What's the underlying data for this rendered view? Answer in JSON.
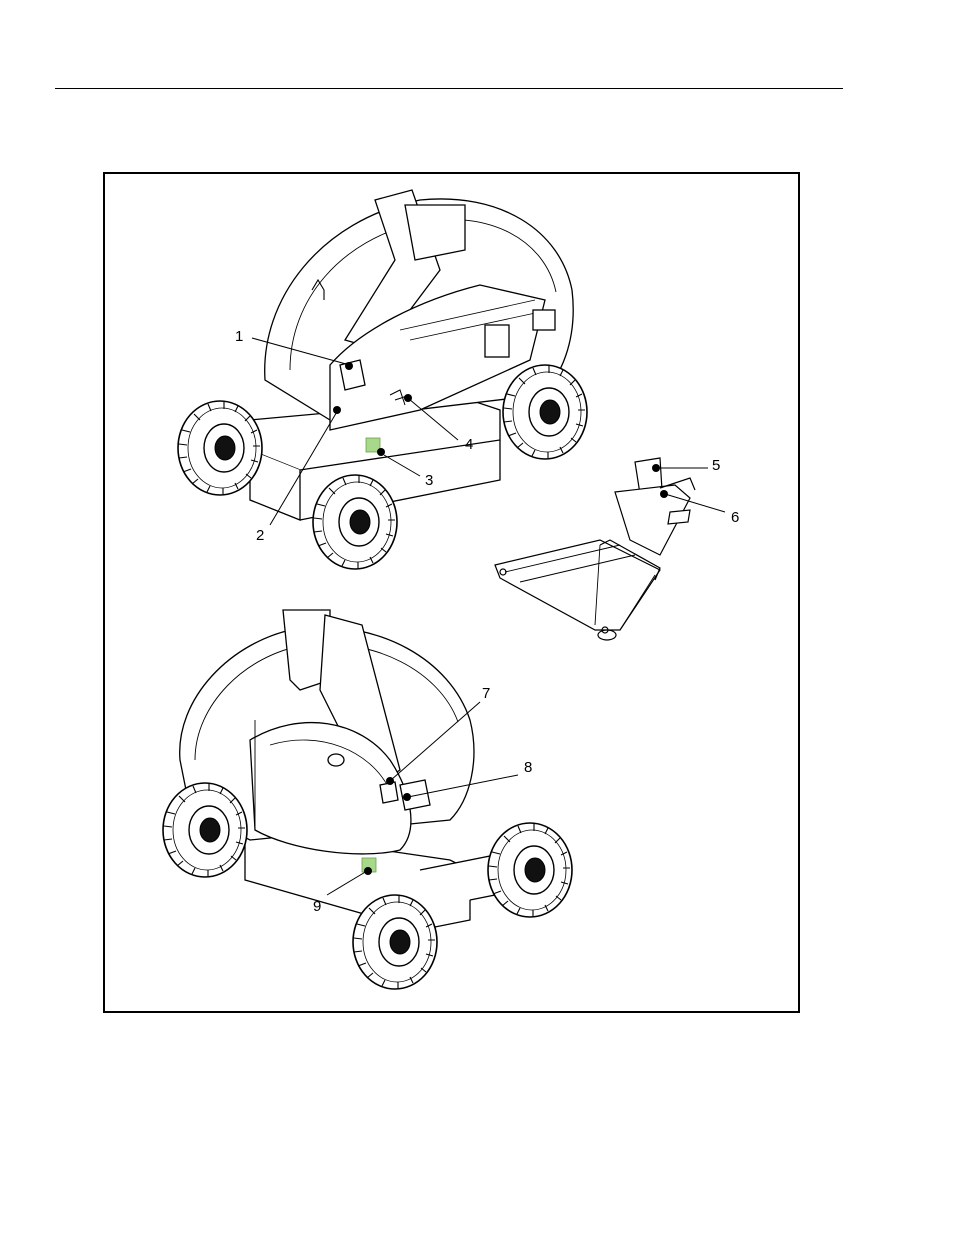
{
  "callouts": {
    "c1": "1",
    "c2": "2",
    "c3": "3",
    "c4": "4",
    "c5": "5",
    "c6": "6",
    "c7": "7",
    "c8": "8",
    "c9": "9"
  },
  "colors": {
    "line": "#000000",
    "marker": "#000000",
    "highlight": "#a8d88a"
  }
}
